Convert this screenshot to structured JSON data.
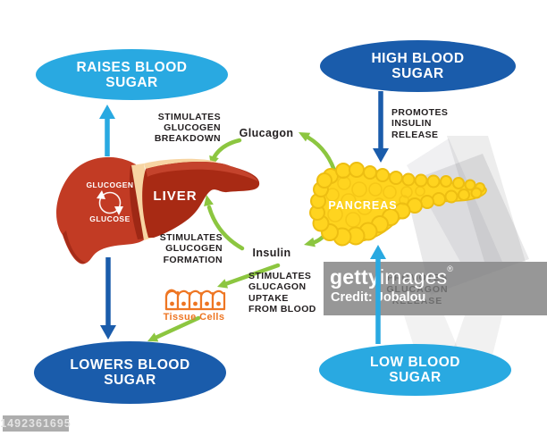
{
  "bubbles": {
    "raises": {
      "label": "RAISES BLOOD SUGAR"
    },
    "high": {
      "label": "HIGH BLOOD SUGAR"
    },
    "lowers": {
      "label": "LOWERS BLOOD SUGAR"
    },
    "low": {
      "label": "LOW BLOOD SUGAR"
    }
  },
  "organs": {
    "liver": {
      "name": "LIVER",
      "internal_cycle": {
        "from": "GLUCOGEN",
        "to": "GLUCOSE"
      }
    },
    "pancreas": {
      "name": "PANCREAS"
    }
  },
  "hormones": {
    "glucagon": "Glucagon",
    "insulin": "Insulin"
  },
  "processes": {
    "glycogen_breakdown": {
      "lines": [
        "STIMULATES",
        "GLUCOGEN",
        "BREAKDOWN"
      ]
    },
    "insulin_release": {
      "lines": [
        "PROMOTES",
        "INSULIN",
        "RELEASE"
      ]
    },
    "glycogen_formation": {
      "lines": [
        "STIMULATES",
        "GLUCOGEN",
        "FORMATION"
      ]
    },
    "glucagon_uptake": {
      "lines": [
        "STIMULATES",
        "GLUCAGON",
        "UPTAKE",
        "FROM BLOOD"
      ]
    },
    "glucagon_release": {
      "lines": [
        "PROMOTES",
        "GLUCAGON",
        "RELEASE"
      ]
    }
  },
  "tissue": {
    "label": "Tissue Cells"
  },
  "watermark": {
    "brand_bold": "getty",
    "brand_light": "images",
    "registered": "®",
    "credit": "Credit: Jobalou",
    "asset_id": "1492361695"
  },
  "colors": {
    "light_blue": "#29A9E1",
    "dark_blue": "#1A5CAB",
    "green": "#8CC640",
    "liver_red": "#C23B24",
    "liver_dark_red": "#A82A14",
    "ligament_cream": "#F7D5A3",
    "pancreas_yellow": "#FFD41F",
    "pancreas_edge": "#EDBE12",
    "tissue_orange": "#EE7623",
    "text_black": "#231F20"
  }
}
